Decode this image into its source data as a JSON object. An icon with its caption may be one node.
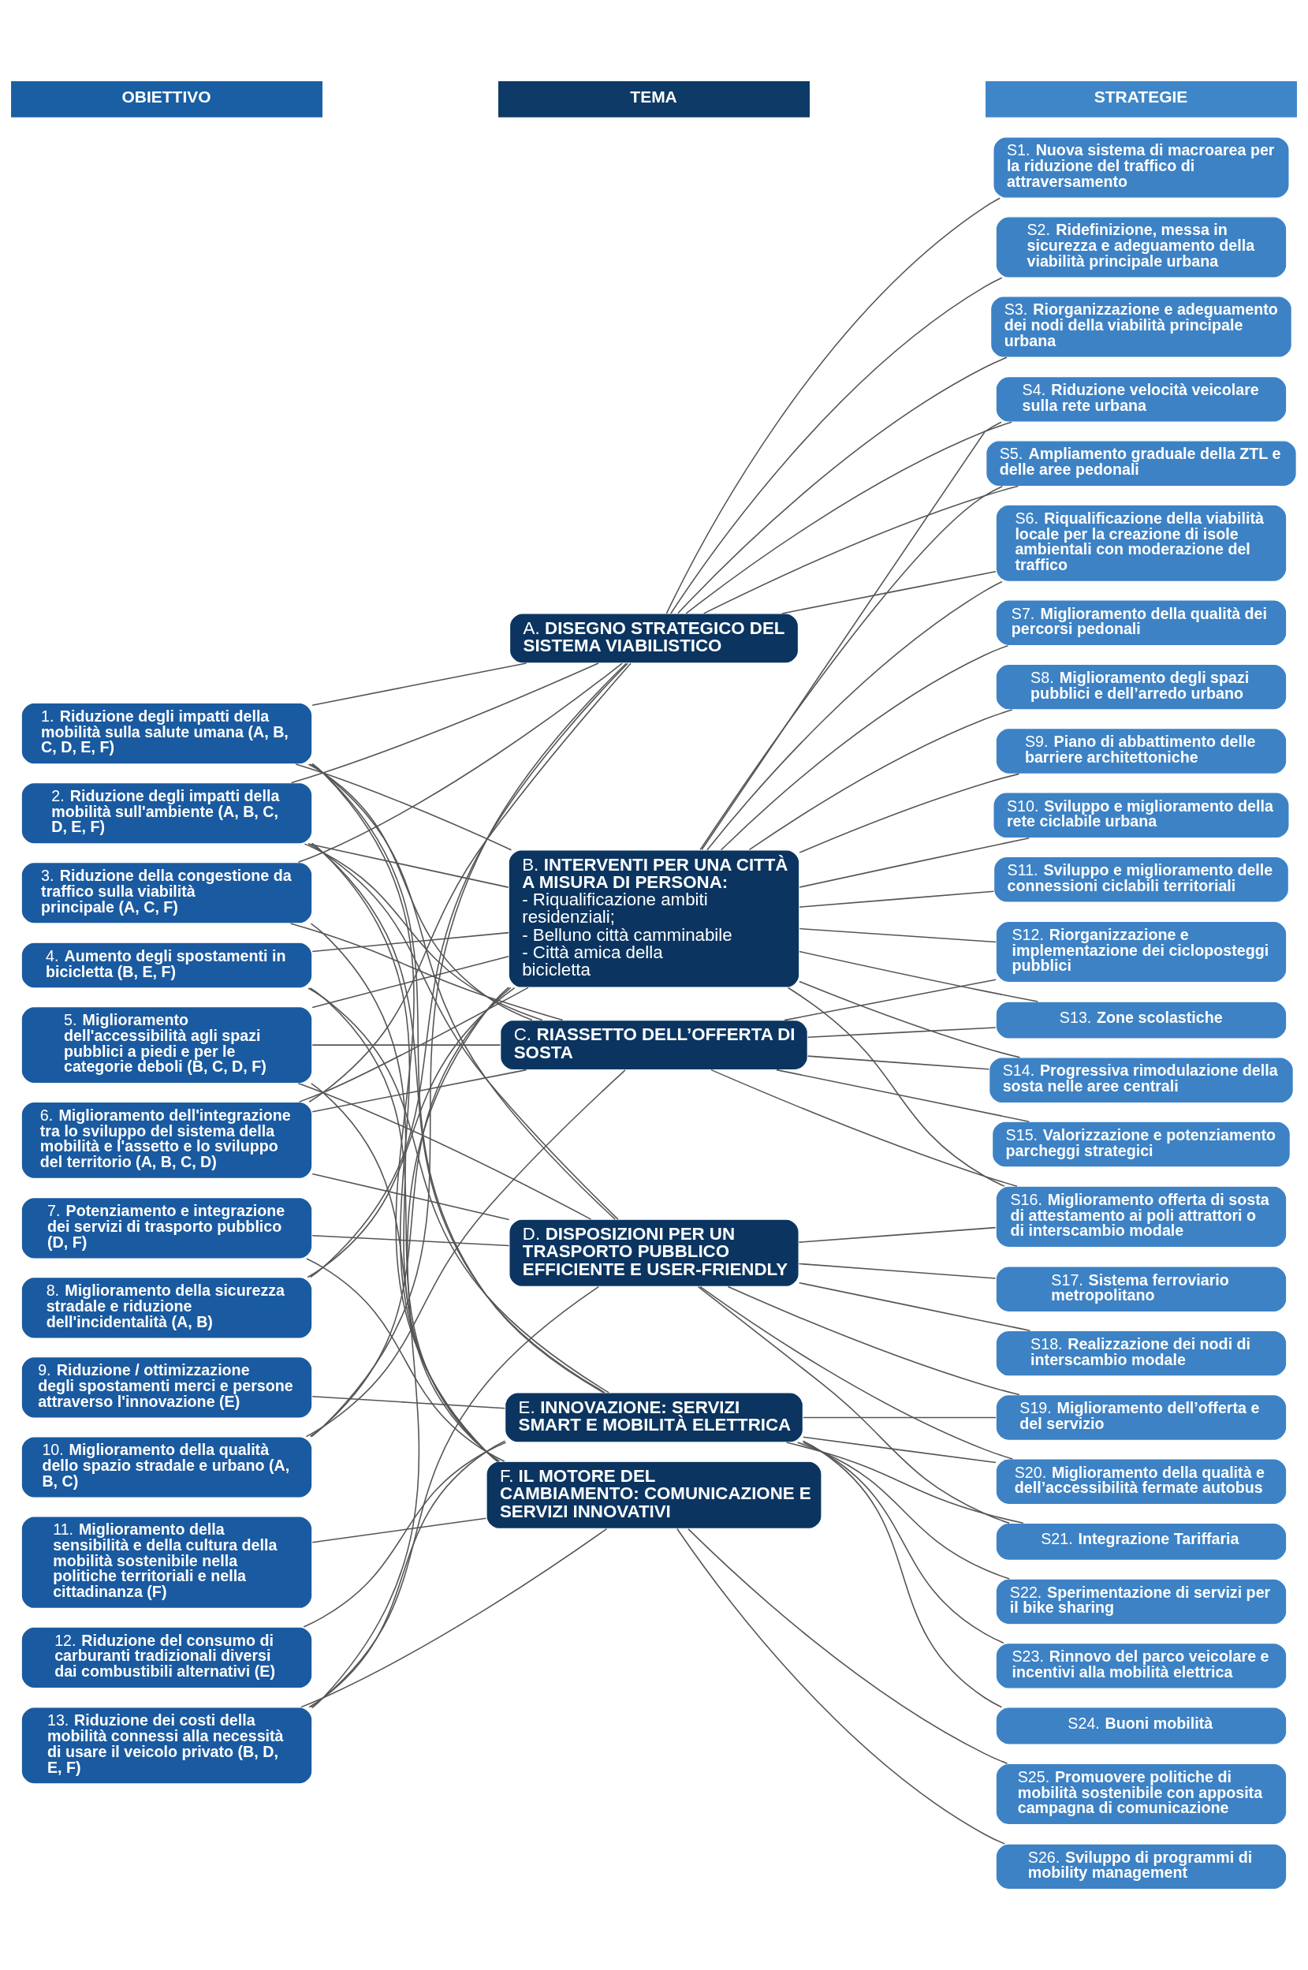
{
  "diagram": {
    "nodes": [
      {
        "text": [
          "OBIETTIVO"
        ]
      },
      {
        "text": [
          "TEMA"
        ]
      },
      {
        "text": [
          "STRATEGIE"
        ]
      },
      {
        "text": [
          "1. **Riduzione degli impatti della mobilità sulla salute umana (A, B, C, D, E, F)**"
        ]
      },
      {
        "text": [
          "2. **Riduzione degli impatti della mobilità sull'ambiente (A, B, C, D, E, F)**"
        ]
      },
      {
        "text": [
          "3. **Riduzione della congestione da traffico sulla viabilità principale (A, C, F)**"
        ]
      },
      {
        "text": [
          "4. **Aumento degli spostamenti in bicicletta (B, E, F)**"
        ]
      },
      {
        "text": [
          "5. **Miglioramento dell'accessibilità agli spazi pubblici a piedi e per le categorie deboli (B, C, D, F)**"
        ]
      },
      {
        "text": [
          "6. **Miglioramento dell'integrazione tra lo sviluppo del sistema della mobilità e l'assetto e lo sviluppo del territorio (A, B, C, D)**"
        ]
      },
      {
        "text": [
          "7. **Potenziamento e integrazione dei servizi di trasporto pubblico (D, F)**"
        ]
      },
      {
        "text": [
          "8. **Miglioramento della sicurezza stradale e riduzione dell'incidentalità (A, B)**"
        ]
      },
      {
        "text": [
          "9. **Riduzione / ottimizzazione degli spostamenti merci e persone attraverso l'innovazione (E)**"
        ]
      },
      {
        "text": [
          "10. **Miglioramento della qualità dello spazio stradale e urbano (A, B, C)**"
        ]
      },
      {
        "text": [
          "11. **Miglioramento della sensibilità e della cultura della mobilità sostenibile nella politiche territoriali e nella cittadinanza (F)**"
        ]
      },
      {
        "text": [
          "12. **Riduzione del consumo di carburanti tradizionali diversi dai combustibili alternativi (E)**"
        ]
      },
      {
        "text": [
          "13. **Riduzione dei costi della mobilità connessi alla necessità di usare il veicolo privato (B, D, E, F)**"
        ]
      },
      {
        "text": [
          "A. **DISEGNO STRATEGICO DEL SISTEMA VIABILISTICO**"
        ]
      },
      {
        "text": [
          "B. **INTERVENTI PER UNA CITTÀ A MISURA DI PERSONA:**",
          "- Riqualificazione ambiti residenziali;",
          "- Belluno città camminabile",
          "- Città amica della bicicletta"
        ]
      },
      {
        "text": [
          "C. **RIASSETTO DELL’OFFERTA DI SOSTA**"
        ]
      },
      {
        "text": [
          "D. **DISPOSIZIONI PER UN TRASPORTO PUBBLICO EFFICIENTE E USER-FRIENDLY**"
        ]
      },
      {
        "text": [
          "E. **INNOVAZIONE: SERVIZI SMART E MOBILITÀ ELETTRICA**"
        ]
      },
      {
        "text": [
          "F. **IL MOTORE DEL CAMBIAMENTO: COMUNICAZIONE E SERVIZI INNOVATIVI**"
        ]
      },
      {
        "text": [
          "S1. **Nuova sistema di macroarea per la riduzione del traffico di attraversamento**"
        ]
      },
      {
        "text": [
          "S2. **Ridefinizione, messa in sicurezza e adeguamento della viabilità principale urbana**"
        ]
      },
      {
        "text": [
          "S3. **Riorganizzazione e adeguamento dei nodi della viabilità principale urbana**"
        ]
      },
      {
        "text": [
          "S4. **Riduzione velocità veicolare sulla rete urbana**"
        ]
      },
      {
        "text": [
          "S5. **Ampliamento graduale della ZTL e delle aree pedonali**"
        ]
      },
      {
        "text": [
          "S6. **Riqualificazione della viabilità locale per la creazione di isole ambientali con moderazione del traffico**"
        ]
      },
      {
        "text": [
          "S7. **Miglioramento della qualità dei percorsi pedonali**"
        ]
      },
      {
        "text": [
          "S8. **Miglioramento degli spazi pubblici e dell’arredo urbano**"
        ]
      },
      {
        "text": [
          "S9. **Piano di abbattimento delle barriere architettoniche**"
        ]
      },
      {
        "text": [
          "S10. **Sviluppo e miglioramento della rete ciclabile urbana**"
        ]
      },
      {
        "text": [
          "S11. **Sviluppo e miglioramento delle connessioni ciclabili territoriali**"
        ]
      },
      {
        "text": [
          "S12. **Riorganizzazione e implementazione dei cicloposteggi pubblici**"
        ]
      },
      {
        "text": [
          "S13. **Zone scolastiche**"
        ]
      },
      {
        "text": [
          "S14. **Progressiva rimodulazione della sosta nelle aree centrali**"
        ]
      },
      {
        "text": [
          "S15. **Valorizzazione e potenziamento parcheggi strategici**"
        ]
      },
      {
        "text": [
          "S16. **Miglioramento offerta di sosta di attestamento ai poli attrattori o di interscambio modale**"
        ]
      },
      {
        "text": [
          "S17. **Sistema ferroviario metropolitano**"
        ]
      },
      {
        "text": [
          "S18. **Realizzazione dei nodi di interscambio modale**"
        ]
      },
      {
        "text": [
          "S19. **Miglioramento dell’offerta e del servizio**"
        ]
      },
      {
        "text": [
          "S20. **Miglioramento della qualità e dell’accessibilità fermate autobus**"
        ]
      },
      {
        "text": [
          "S21. **Integrazione Tariffaria**"
        ]
      },
      {
        "text": [
          "S22. **Sperimentazione di servizi per il bike sharing**"
        ]
      },
      {
        "text": [
          "S23. **Rinnovo del parco veicolare e incentivi alla mobilità elettrica**"
        ]
      },
      {
        "text": [
          "S24. **Buoni mobilità**"
        ]
      },
      {
        "text": [
          "S25. **Promuovere politiche di mobilità sostenibile con apposita campagna di comunicazione**"
        ]
      },
      {
        "text": [
          "S26. **Sviluppo di programmi di mobility management**"
        ]
      }
    ],
    "edges": [
      {
        "from": 3,
        "to": 16,
        "arrow": "none"
      },
      {
        "from": 3,
        "to": 17,
        "arrow": "none"
      },
      {
        "from": 3,
        "to": 18,
        "arrow": "none"
      },
      {
        "from": 3,
        "to": 19,
        "arrow": "none"
      },
      {
        "from": 3,
        "to": 20,
        "arrow": "none"
      },
      {
        "from": 3,
        "to": 21,
        "arrow": "none"
      },
      {
        "from": 4,
        "to": 16,
        "arrow": "none"
      },
      {
        "from": 4,
        "to": 17,
        "arrow": "none"
      },
      {
        "from": 4,
        "to": 18,
        "arrow": "none"
      },
      {
        "from": 4,
        "to": 19,
        "arrow": "none"
      },
      {
        "from": 4,
        "to": 20,
        "arrow": "none"
      },
      {
        "from": 4,
        "to": 21,
        "arrow": "none"
      },
      {
        "from": 5,
        "to": 16,
        "arrow": "none"
      },
      {
        "from": 5,
        "to": 18,
        "arrow": "none"
      },
      {
        "from": 5,
        "to": 21,
        "arrow": "none"
      },
      {
        "from": 6,
        "to": 17,
        "arrow": "none"
      },
      {
        "from": 6,
        "to": 20,
        "arrow": "none"
      },
      {
        "from": 6,
        "to": 21,
        "arrow": "none"
      },
      {
        "from": 7,
        "to": 17,
        "arrow": "none"
      },
      {
        "from": 7,
        "to": 18,
        "arrow": "none"
      },
      {
        "from": 7,
        "to": 19,
        "arrow": "none"
      },
      {
        "from": 7,
        "to": 21,
        "arrow": "none"
      },
      {
        "from": 8,
        "to": 16,
        "arrow": "none"
      },
      {
        "from": 8,
        "to": 17,
        "arrow": "none"
      },
      {
        "from": 8,
        "to": 18,
        "arrow": "none"
      },
      {
        "from": 8,
        "to": 19,
        "arrow": "none"
      },
      {
        "from": 9,
        "to": 19,
        "arrow": "none"
      },
      {
        "from": 9,
        "to": 21,
        "arrow": "none"
      },
      {
        "from": 10,
        "to": 16,
        "arrow": "none"
      },
      {
        "from": 10,
        "to": 17,
        "arrow": "none"
      },
      {
        "from": 11,
        "to": 20,
        "arrow": "none"
      },
      {
        "from": 12,
        "to": 16,
        "arrow": "none"
      },
      {
        "from": 12,
        "to": 17,
        "arrow": "none"
      },
      {
        "from": 12,
        "to": 18,
        "arrow": "none"
      },
      {
        "from": 13,
        "to": 21,
        "arrow": "none"
      },
      {
        "from": 14,
        "to": 20,
        "arrow": "none"
      },
      {
        "from": 15,
        "to": 17,
        "arrow": "none"
      },
      {
        "from": 15,
        "to": 19,
        "arrow": "none"
      },
      {
        "from": 15,
        "to": 20,
        "arrow": "none"
      },
      {
        "from": 15,
        "to": 21,
        "arrow": "none"
      },
      {
        "from": 16,
        "to": 22,
        "arrow": "none"
      },
      {
        "from": 16,
        "to": 23,
        "arrow": "none"
      },
      {
        "from": 16,
        "to": 24,
        "arrow": "none"
      },
      {
        "from": 16,
        "to": 25,
        "arrow": "none"
      },
      {
        "from": 16,
        "to": 26,
        "arrow": "none"
      },
      {
        "from": 16,
        "to": 27,
        "arrow": "none"
      },
      {
        "from": 17,
        "to": 25,
        "arrow": "none"
      },
      {
        "from": 17,
        "to": 26,
        "arrow": "none"
      },
      {
        "from": 17,
        "to": 27,
        "arrow": "none"
      },
      {
        "from": 17,
        "to": 28,
        "arrow": "none"
      },
      {
        "from": 17,
        "to": 29,
        "arrow": "none"
      },
      {
        "from": 17,
        "to": 30,
        "arrow": "none"
      },
      {
        "from": 17,
        "to": 31,
        "arrow": "none"
      },
      {
        "from": 17,
        "to": 32,
        "arrow": "none"
      },
      {
        "from": 17,
        "to": 33,
        "arrow": "none"
      },
      {
        "from": 17,
        "to": 34,
        "arrow": "none"
      },
      {
        "from": 17,
        "to": 35,
        "arrow": "none"
      },
      {
        "from": 17,
        "to": 37,
        "arrow": "none"
      },
      {
        "from": 18,
        "to": 33,
        "arrow": "none"
      },
      {
        "from": 18,
        "to": 34,
        "arrow": "none"
      },
      {
        "from": 18,
        "to": 35,
        "arrow": "none"
      },
      {
        "from": 18,
        "to": 36,
        "arrow": "none"
      },
      {
        "from": 18,
        "to": 37,
        "arrow": "none"
      },
      {
        "from": 19,
        "to": 37,
        "arrow": "none"
      },
      {
        "from": 19,
        "to": 38,
        "arrow": "none"
      },
      {
        "from": 19,
        "to": 39,
        "arrow": "none"
      },
      {
        "from": 19,
        "to": 40,
        "arrow": "none"
      },
      {
        "from": 19,
        "to": 41,
        "arrow": "none"
      },
      {
        "from": 19,
        "to": 42,
        "arrow": "none"
      },
      {
        "from": 20,
        "to": 40,
        "arrow": "none"
      },
      {
        "from": 20,
        "to": 41,
        "arrow": "none"
      },
      {
        "from": 20,
        "to": 42,
        "arrow": "none"
      },
      {
        "from": 20,
        "to": 43,
        "arrow": "none"
      },
      {
        "from": 20,
        "to": 44,
        "arrow": "none"
      },
      {
        "from": 20,
        "to": 45,
        "arrow": "none"
      },
      {
        "from": 21,
        "to": 46,
        "arrow": "none"
      },
      {
        "from": 21,
        "to": 47,
        "arrow": "none"
      }
    ]
  }
}
